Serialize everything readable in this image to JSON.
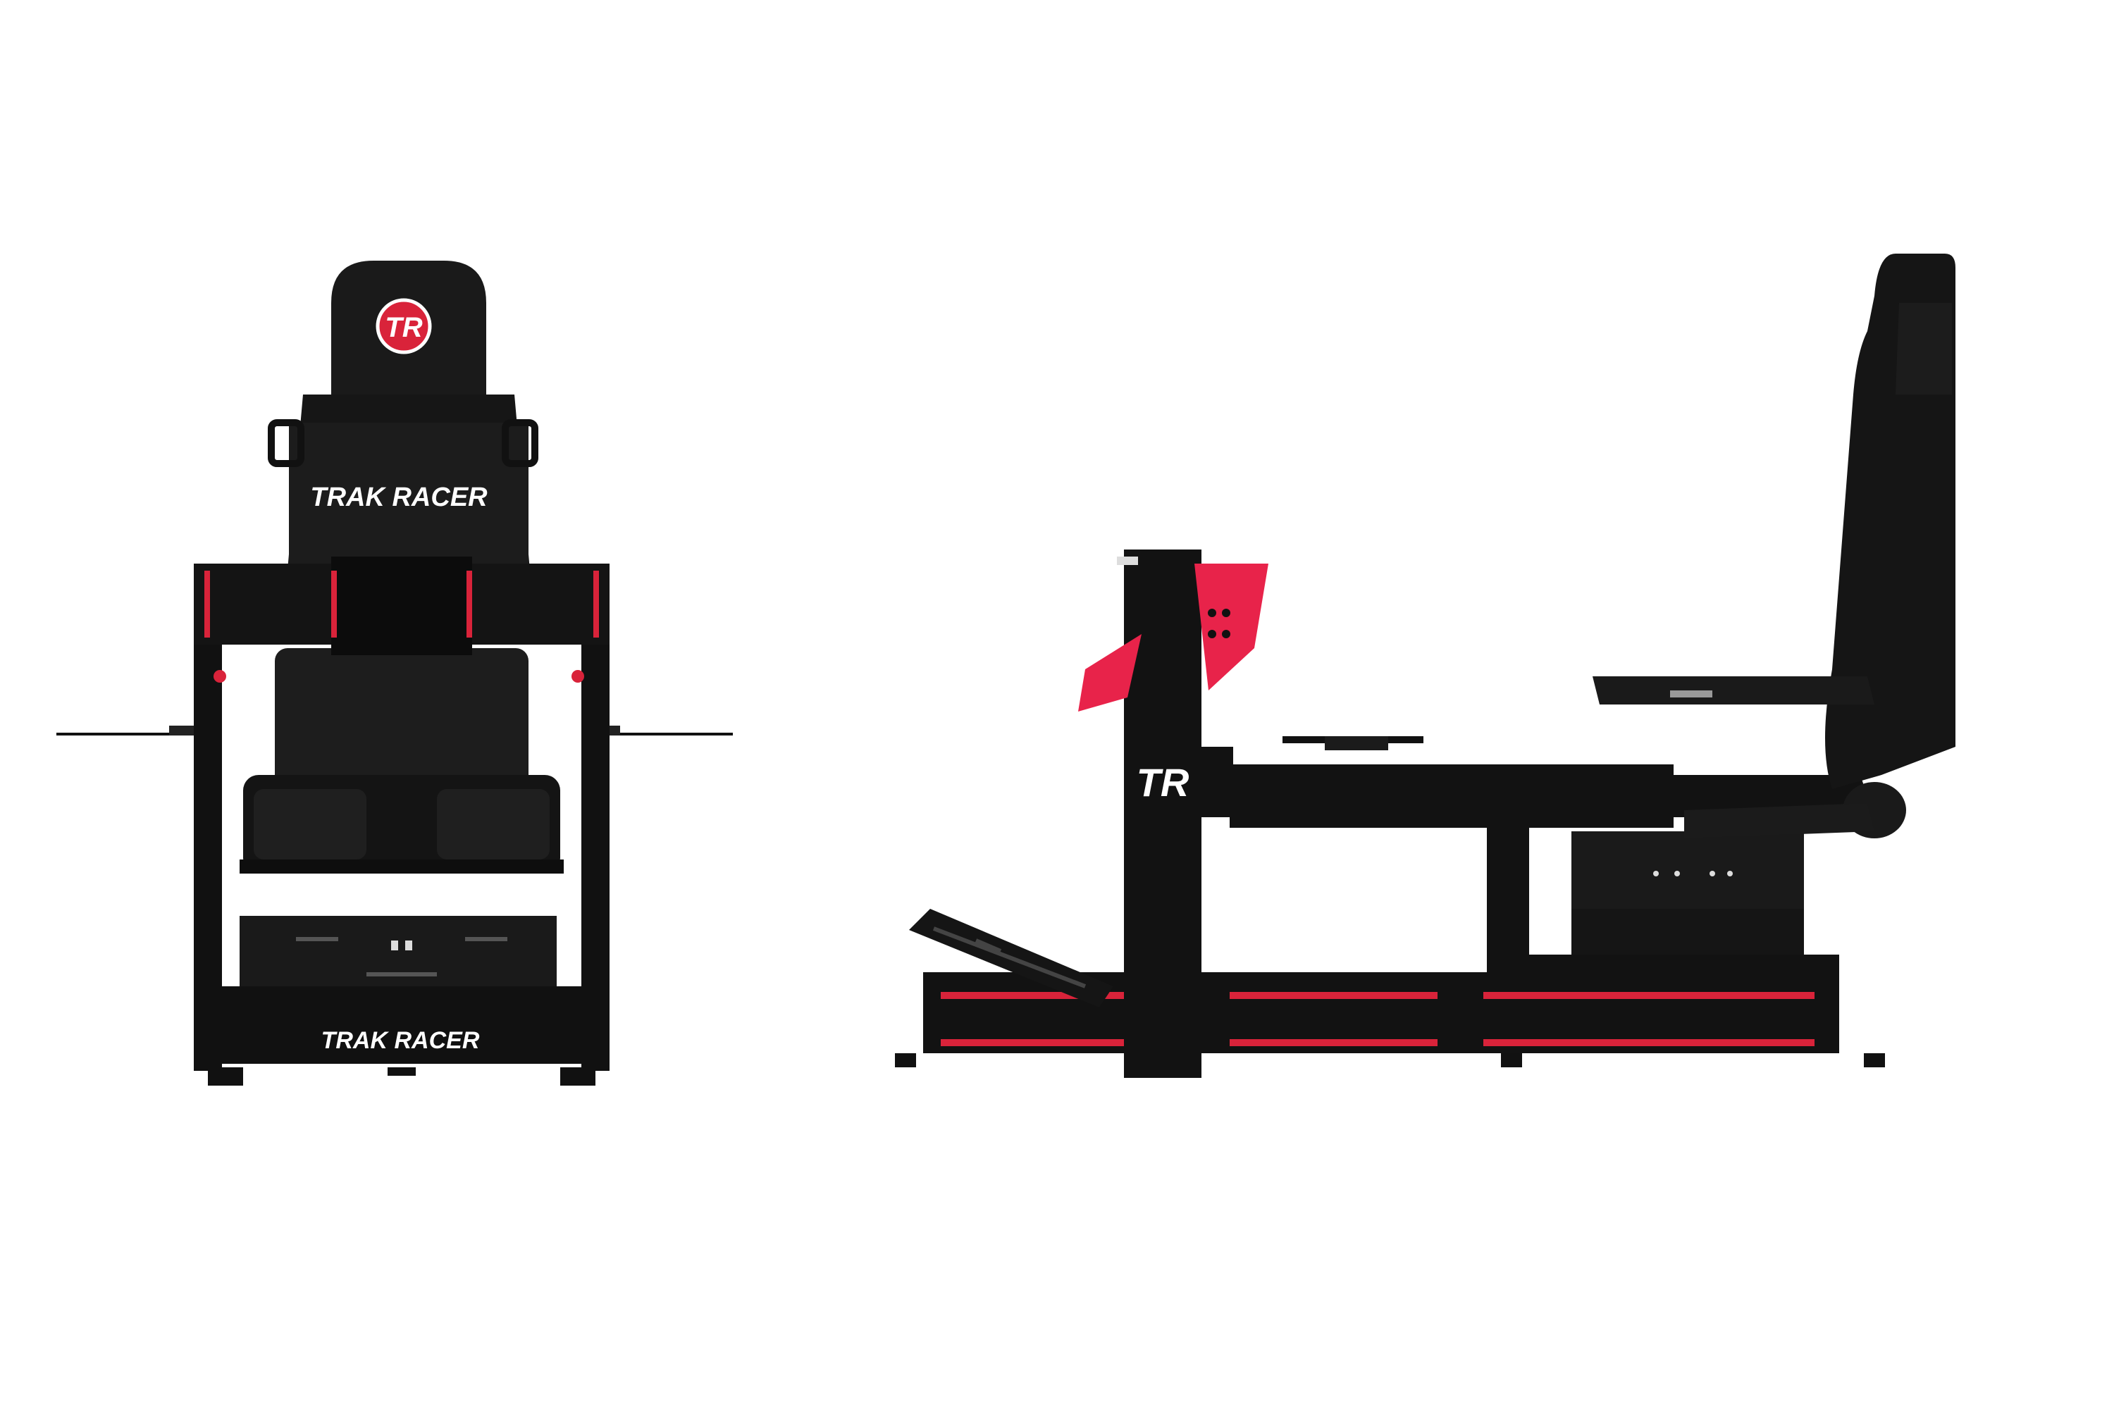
{
  "front_view": {
    "headrest_logo": "TR",
    "backrest_brand": "TRAK RACER",
    "base_brand": "TRAK RACER"
  },
  "side_view": {
    "upright_logo": "TR"
  },
  "colors": {
    "frame": "#111111",
    "seat": "#1a1a1a",
    "accent_red": "#d9233a",
    "bracket_red": "#e8234a",
    "background": "#ffffff"
  }
}
